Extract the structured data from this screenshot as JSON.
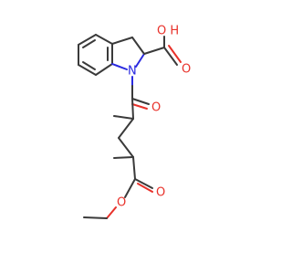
{
  "molecule": {
    "atom_labels": {
      "hydroxyl": "O H",
      "acid_carbonyl_O": "O",
      "ring_N": "N",
      "amide_O": "O",
      "ester_carbonyl_O": "O",
      "ester_O": "O"
    },
    "colors": {
      "bond": "#3a3a3a",
      "oxygen": "#e8312a",
      "nitrogen": "#2a2ae0",
      "background": "#ffffff"
    }
  }
}
